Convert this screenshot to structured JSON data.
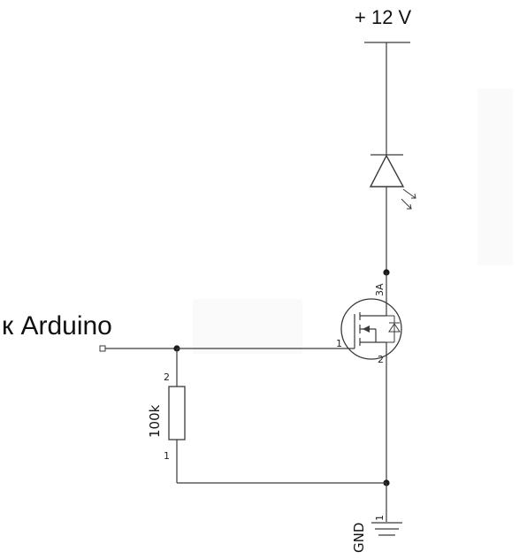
{
  "labels": {
    "supply": "+ 12 V",
    "input": "к Arduino",
    "resistor": "100k",
    "ground": "GND"
  },
  "pins": {
    "resistor_top": "2",
    "resistor_bottom": "1",
    "mosfet_gate": "1",
    "mosfet_source": "2",
    "mosfet_drain": "3A",
    "ground_pin": "1"
  },
  "colors": {
    "wire": "#3a3a3a",
    "background": "#ffffff"
  }
}
